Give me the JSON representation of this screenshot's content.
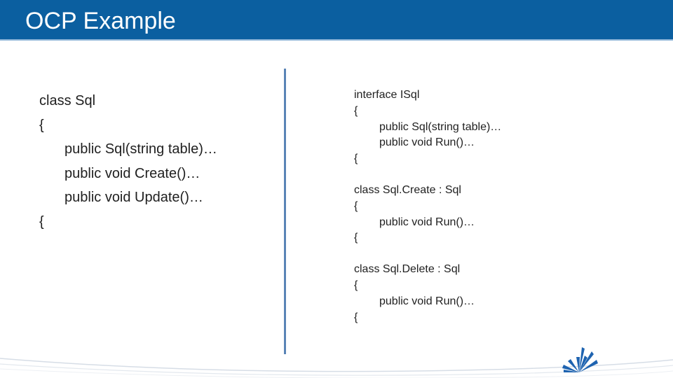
{
  "slide": {
    "title": "OCP Example"
  },
  "left_code": {
    "lines": [
      "class Sql",
      "{",
      "public Sql(string table)…",
      "public void Create()…",
      "public void Update()…",
      "{"
    ]
  },
  "right_code": {
    "blocks": [
      {
        "lines": [
          "interface ISql",
          "{",
          "public Sql(string table)…",
          "public void Run()…",
          "{"
        ]
      },
      {
        "lines": [
          "class Sql.Create : Sql",
          "{",
          "public void Run()…",
          "{"
        ]
      },
      {
        "lines": [
          "class Sql.Delete : Sql",
          "{",
          "public void Run()…",
          "{"
        ]
      }
    ]
  },
  "colors": {
    "title_bar": "#0b5fa0",
    "divider": "#5a84b6",
    "logo": "#1e63b0"
  },
  "icons": {
    "logo": "starburst-logo-icon"
  }
}
